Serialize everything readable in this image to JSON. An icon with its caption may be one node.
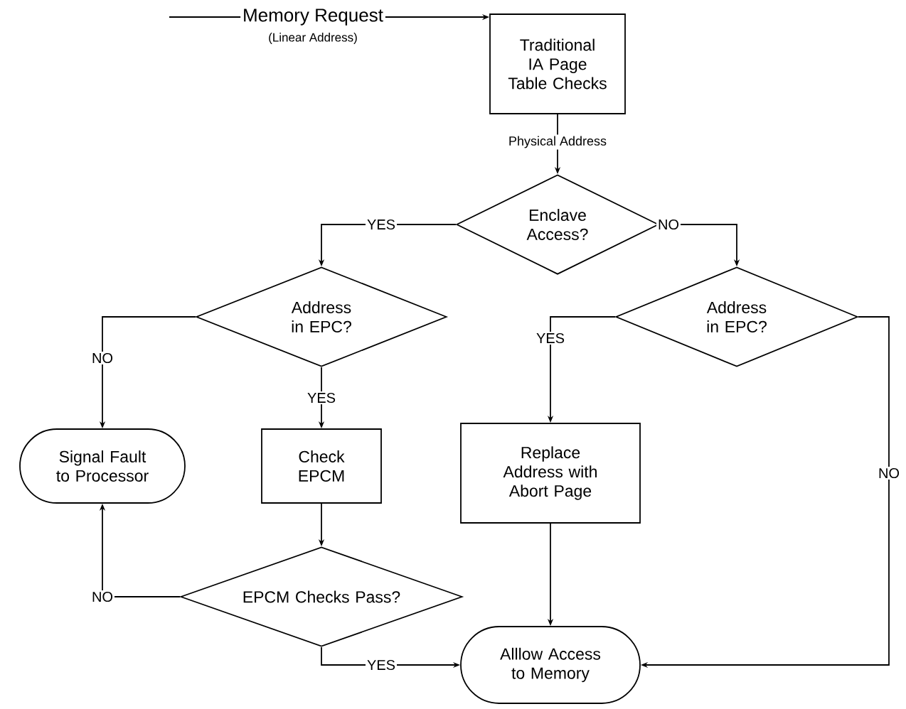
{
  "diagram": {
    "nodes": [
      {
        "text": [
          "Memory Request"
        ],
        "beside": [
          "(Linear Address)"
        ]
      },
      {
        "text": [
          "Traditional IA Page Table Checks"
        ]
      },
      {
        "text": [
          "Enclave Access?"
        ]
      },
      {
        "text": [
          "Address in EPC?"
        ]
      },
      {
        "text": [
          "Address in EPC?"
        ]
      },
      {
        "text": [
          "Signal Fault to Processor"
        ]
      },
      {
        "text": [
          "Check EPCM"
        ]
      },
      {
        "text": [
          "Replace Address with Abort Page"
        ]
      },
      {
        "text": [
          "EPCM Checks Pass?"
        ]
      },
      {
        "text": [
          "Alllow Access to Memory"
        ]
      }
    ],
    "edges": [
      {
        "from": 0,
        "to": 1,
        "arrow": "to"
      },
      {
        "from": 1,
        "to": 2,
        "arrow": "to",
        "label": "Physical Address"
      },
      {
        "from": 2,
        "to": 3,
        "arrow": "to",
        "label": "YES"
      },
      {
        "from": 2,
        "to": 4,
        "arrow": "to",
        "label": "NO"
      },
      {
        "from": 3,
        "to": 5,
        "arrow": "to",
        "label": "NO"
      },
      {
        "from": 3,
        "to": 6,
        "arrow": "to",
        "label": "YES"
      },
      {
        "from": 4,
        "to": 7,
        "arrow": "to",
        "label": "YES"
      },
      {
        "from": 4,
        "to": 9,
        "arrow": "to",
        "label": "NO"
      },
      {
        "from": 6,
        "to": 8,
        "arrow": "to"
      },
      {
        "from": 8,
        "to": 5,
        "arrow": "to",
        "label": "NO"
      },
      {
        "from": 8,
        "to": 9,
        "arrow": "to",
        "label": "YES"
      },
      {
        "from": 7,
        "to": 9,
        "arrow": "to"
      }
    ]
  }
}
